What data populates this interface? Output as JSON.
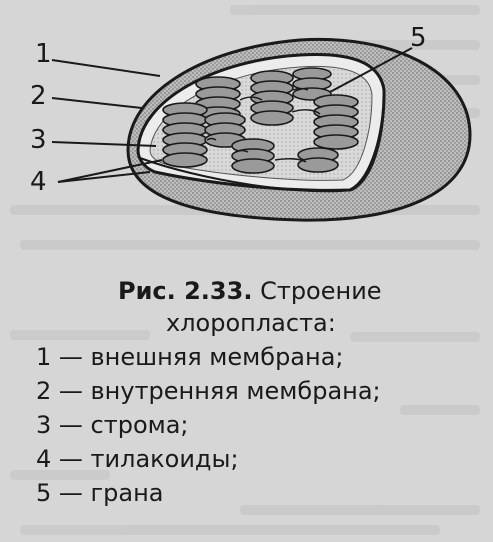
{
  "diagram": {
    "labels": [
      {
        "number": "1"
      },
      {
        "number": "2"
      },
      {
        "number": "3"
      },
      {
        "number": "4"
      },
      {
        "number": "5"
      }
    ]
  },
  "caption": {
    "figure_label": "Рис. 2.33.",
    "title_part1": "Строение",
    "title_part2": "хлоропласта:",
    "items": [
      "1 — внешняя мембрана;",
      "2 — внутренняя мембрана;",
      "3 — строма;",
      "4 — тилакоиды;",
      "5 — грана"
    ]
  }
}
